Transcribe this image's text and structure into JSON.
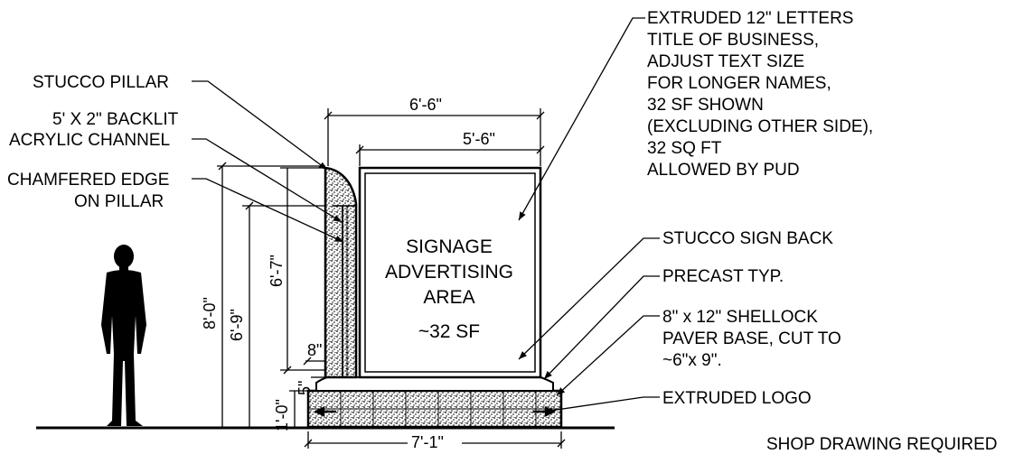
{
  "callouts_left": {
    "stucco_pillar": "STUCCO PILLAR",
    "backlit_line1": "5' X 2\" BACKLIT",
    "backlit_line2": "ACRYLIC CHANNEL",
    "chamfer_line1": "CHAMFERED EDGE",
    "chamfer_line2": "ON PILLAR"
  },
  "callouts_right": {
    "letters": [
      "EXTRUDED 12\" LETTERS",
      "TITLE OF BUSINESS,",
      "ADJUST TEXT SIZE",
      "FOR LONGER NAMES,",
      "32 SF SHOWN",
      "(EXCLUDING OTHER SIDE),",
      "32 SQ FT",
      "ALLOWED BY PUD"
    ],
    "sign_back": "STUCCO SIGN BACK",
    "precast": "PRECAST TYP.",
    "shellock": [
      "8\" x 12\" SHELLOCK",
      "PAVER BASE, CUT TO",
      "~6\"x 9\"."
    ],
    "logo": "EXTRUDED LOGO"
  },
  "sign_panel": [
    "SIGNAGE",
    "ADVERTISING",
    "AREA",
    "~32 SF"
  ],
  "dimensions": {
    "overall_width": "6'-6\"",
    "panel_width": "5'-6\"",
    "base_width": "7'-1\"",
    "overall_height": "8'-0\"",
    "pillar_height": "6'-9\"",
    "panel_height": "6'-7\"",
    "gap": "8\"",
    "precast_height": "5\"",
    "base_height": "1'-0\""
  },
  "footer_note": "SHOP DRAWING REQUIRED"
}
